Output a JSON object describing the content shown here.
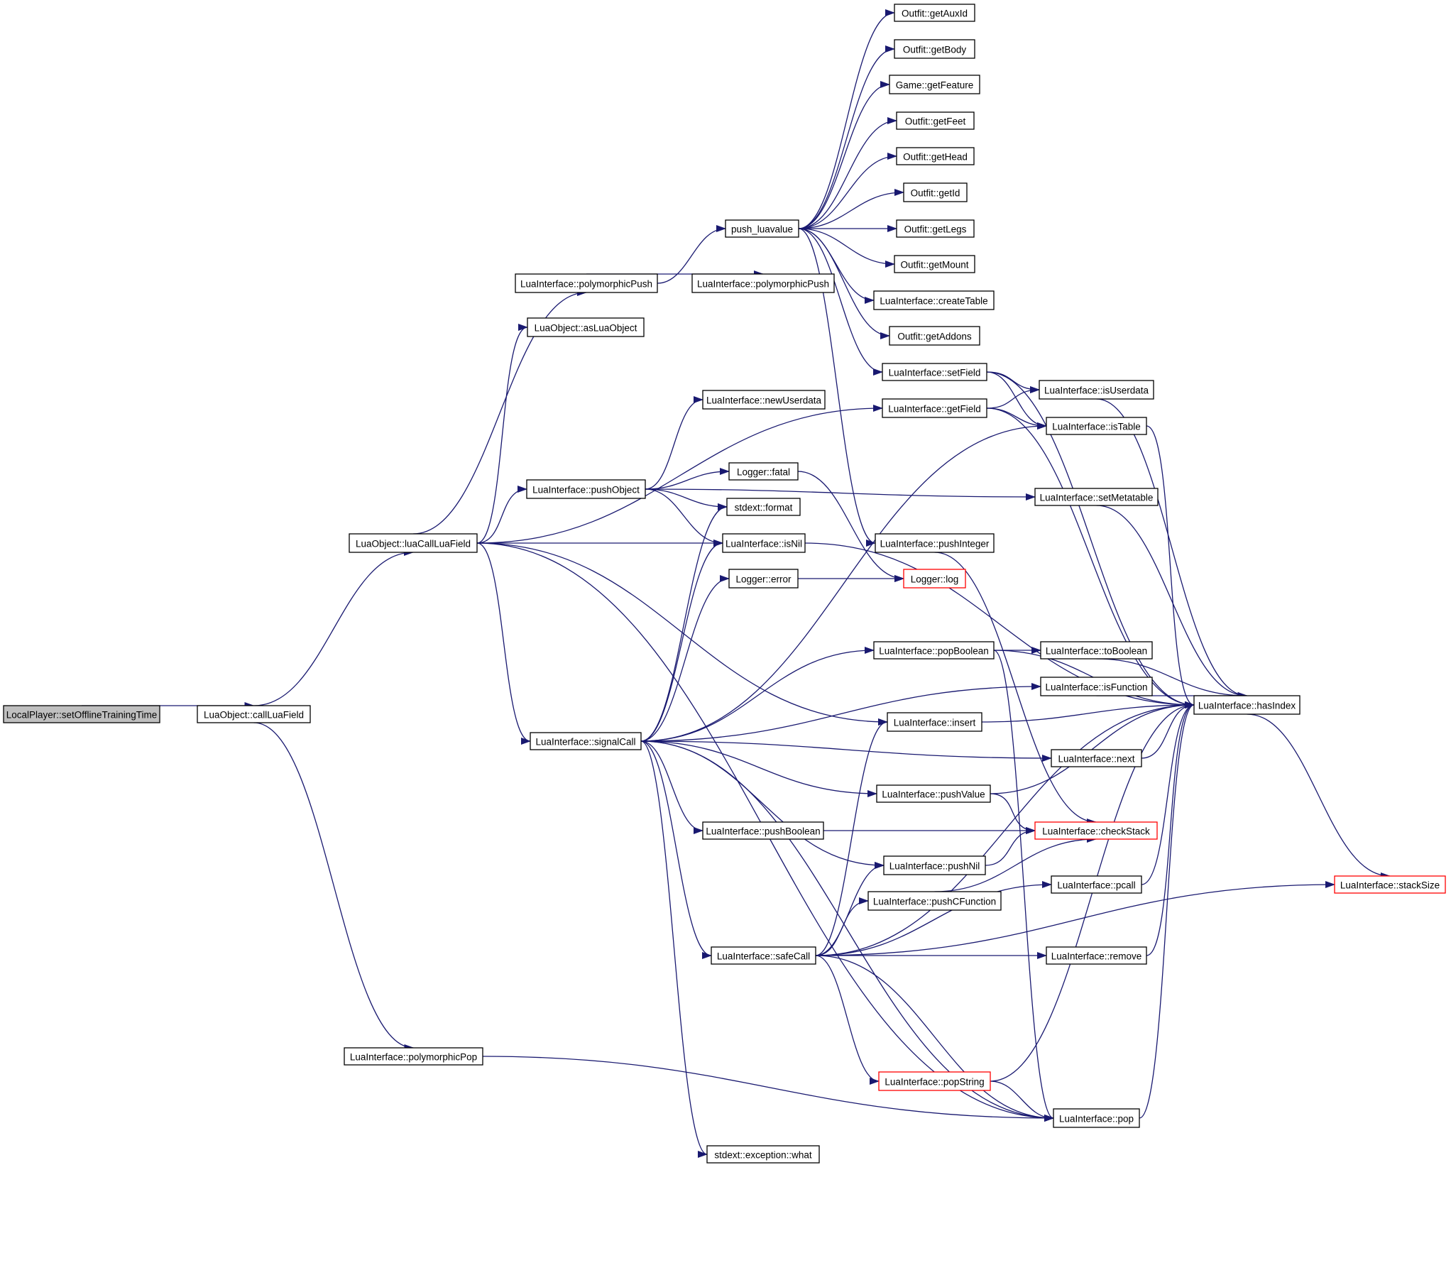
{
  "colors": {
    "edge": "#191970",
    "node_border": "#000000",
    "node_fill": "#ffffff",
    "root_fill": "#bfbfbf",
    "truncated_border": "#ff0000"
  },
  "nodes": [
    {
      "id": "root",
      "label": "LocalPlayer::setOfflineTrainingTime",
      "kind": "root"
    },
    {
      "id": "callLuaField",
      "label": "LuaObject::callLuaField",
      "kind": "normal"
    },
    {
      "id": "luaCallLuaField",
      "label": "LuaObject::luaCallLuaField",
      "kind": "normal"
    },
    {
      "id": "polymorphicPop",
      "label": "LuaInterface::polymorphicPop",
      "kind": "normal"
    },
    {
      "id": "polymorphicPush1",
      "label": "LuaInterface::polymorphicPush",
      "kind": "normal"
    },
    {
      "id": "asLuaObject",
      "label": "LuaObject::asLuaObject",
      "kind": "normal"
    },
    {
      "id": "pushObject",
      "label": "LuaInterface::pushObject",
      "kind": "normal"
    },
    {
      "id": "signalCall",
      "label": "LuaInterface::signalCall",
      "kind": "normal"
    },
    {
      "id": "push_luavalue",
      "label": "push_luavalue",
      "kind": "normal"
    },
    {
      "id": "polymorphicPush2",
      "label": "LuaInterface::polymorphicPush",
      "kind": "normal"
    },
    {
      "id": "newUserdata",
      "label": "LuaInterface::newUserdata",
      "kind": "normal"
    },
    {
      "id": "fatal",
      "label": "Logger::fatal",
      "kind": "normal"
    },
    {
      "id": "format",
      "label": "stdext::format",
      "kind": "normal"
    },
    {
      "id": "isNil",
      "label": "LuaInterface::isNil",
      "kind": "normal"
    },
    {
      "id": "error",
      "label": "Logger::error",
      "kind": "normal"
    },
    {
      "id": "pushBoolean",
      "label": "LuaInterface::pushBoolean",
      "kind": "normal"
    },
    {
      "id": "safeCall",
      "label": "LuaInterface::safeCall",
      "kind": "normal"
    },
    {
      "id": "what",
      "label": "stdext::exception::what",
      "kind": "normal"
    },
    {
      "id": "getAuxId",
      "label": "Outfit::getAuxId",
      "kind": "normal"
    },
    {
      "id": "getBody",
      "label": "Outfit::getBody",
      "kind": "normal"
    },
    {
      "id": "getFeature",
      "label": "Game::getFeature",
      "kind": "normal"
    },
    {
      "id": "getFeet",
      "label": "Outfit::getFeet",
      "kind": "normal"
    },
    {
      "id": "getHead",
      "label": "Outfit::getHead",
      "kind": "normal"
    },
    {
      "id": "getId",
      "label": "Outfit::getId",
      "kind": "normal"
    },
    {
      "id": "getLegs",
      "label": "Outfit::getLegs",
      "kind": "normal"
    },
    {
      "id": "getMount",
      "label": "Outfit::getMount",
      "kind": "normal"
    },
    {
      "id": "createTable",
      "label": "LuaInterface::createTable",
      "kind": "normal"
    },
    {
      "id": "getAddons",
      "label": "Outfit::getAddons",
      "kind": "normal"
    },
    {
      "id": "setField",
      "label": "LuaInterface::setField",
      "kind": "normal"
    },
    {
      "id": "getField",
      "label": "LuaInterface::getField",
      "kind": "normal"
    },
    {
      "id": "pushInteger",
      "label": "LuaInterface::pushInteger",
      "kind": "normal"
    },
    {
      "id": "log",
      "label": "Logger::log",
      "kind": "truncated"
    },
    {
      "id": "popBoolean",
      "label": "LuaInterface::popBoolean",
      "kind": "normal"
    },
    {
      "id": "insert",
      "label": "LuaInterface::insert",
      "kind": "normal"
    },
    {
      "id": "pushValue",
      "label": "LuaInterface::pushValue",
      "kind": "normal"
    },
    {
      "id": "pushNil",
      "label": "LuaInterface::pushNil",
      "kind": "normal"
    },
    {
      "id": "pushCFunction",
      "label": "LuaInterface::pushCFunction",
      "kind": "normal"
    },
    {
      "id": "popString",
      "label": "LuaInterface::popString",
      "kind": "truncated"
    },
    {
      "id": "isUserdata",
      "label": "LuaInterface::isUserdata",
      "kind": "normal"
    },
    {
      "id": "isTable",
      "label": "LuaInterface::isTable",
      "kind": "normal"
    },
    {
      "id": "setMetatable",
      "label": "LuaInterface::setMetatable",
      "kind": "normal"
    },
    {
      "id": "toBoolean",
      "label": "LuaInterface::toBoolean",
      "kind": "normal"
    },
    {
      "id": "isFunction",
      "label": "LuaInterface::isFunction",
      "kind": "normal"
    },
    {
      "id": "next",
      "label": "LuaInterface::next",
      "kind": "normal"
    },
    {
      "id": "checkStack",
      "label": "LuaInterface::checkStack",
      "kind": "truncated"
    },
    {
      "id": "pcall",
      "label": "LuaInterface::pcall",
      "kind": "normal"
    },
    {
      "id": "remove",
      "label": "LuaInterface::remove",
      "kind": "normal"
    },
    {
      "id": "pop",
      "label": "LuaInterface::pop",
      "kind": "normal"
    },
    {
      "id": "hasIndex",
      "label": "LuaInterface::hasIndex",
      "kind": "normal"
    },
    {
      "id": "stackSize",
      "label": "LuaInterface::stackSize",
      "kind": "truncated"
    }
  ],
  "edges": [
    [
      "root",
      "callLuaField"
    ],
    [
      "callLuaField",
      "luaCallLuaField"
    ],
    [
      "callLuaField",
      "polymorphicPop"
    ],
    [
      "luaCallLuaField",
      "polymorphicPush1"
    ],
    [
      "luaCallLuaField",
      "asLuaObject"
    ],
    [
      "luaCallLuaField",
      "getField"
    ],
    [
      "luaCallLuaField",
      "pushObject"
    ],
    [
      "luaCallLuaField",
      "isNil"
    ],
    [
      "luaCallLuaField",
      "insert"
    ],
    [
      "luaCallLuaField",
      "signalCall"
    ],
    [
      "luaCallLuaField",
      "pop"
    ],
    [
      "polymorphicPop",
      "pop"
    ],
    [
      "polymorphicPush1",
      "push_luavalue"
    ],
    [
      "polymorphicPush1",
      "polymorphicPush2"
    ],
    [
      "push_luavalue",
      "getAuxId"
    ],
    [
      "push_luavalue",
      "getBody"
    ],
    [
      "push_luavalue",
      "getFeature"
    ],
    [
      "push_luavalue",
      "getFeet"
    ],
    [
      "push_luavalue",
      "getHead"
    ],
    [
      "push_luavalue",
      "getId"
    ],
    [
      "push_luavalue",
      "getLegs"
    ],
    [
      "push_luavalue",
      "getMount"
    ],
    [
      "push_luavalue",
      "createTable"
    ],
    [
      "push_luavalue",
      "getAddons"
    ],
    [
      "push_luavalue",
      "setField"
    ],
    [
      "push_luavalue",
      "pushInteger"
    ],
    [
      "pushObject",
      "newUserdata"
    ],
    [
      "pushObject",
      "fatal"
    ],
    [
      "pushObject",
      "format"
    ],
    [
      "pushObject",
      "isNil"
    ],
    [
      "pushObject",
      "setMetatable"
    ],
    [
      "signalCall",
      "format"
    ],
    [
      "signalCall",
      "isNil"
    ],
    [
      "signalCall",
      "error"
    ],
    [
      "signalCall",
      "isTable"
    ],
    [
      "signalCall",
      "popBoolean"
    ],
    [
      "signalCall",
      "isFunction"
    ],
    [
      "signalCall",
      "next"
    ],
    [
      "signalCall",
      "pushValue"
    ],
    [
      "signalCall",
      "pushBoolean"
    ],
    [
      "signalCall",
      "pushNil"
    ],
    [
      "signalCall",
      "safeCall"
    ],
    [
      "signalCall",
      "pop"
    ],
    [
      "signalCall",
      "what"
    ],
    [
      "fatal",
      "log"
    ],
    [
      "error",
      "log"
    ],
    [
      "isNil",
      "hasIndex"
    ],
    [
      "setField",
      "isUserdata"
    ],
    [
      "setField",
      "isTable"
    ],
    [
      "setField",
      "hasIndex"
    ],
    [
      "getField",
      "isUserdata"
    ],
    [
      "getField",
      "isTable"
    ],
    [
      "getField",
      "hasIndex"
    ],
    [
      "pushInteger",
      "checkStack"
    ],
    [
      "popBoolean",
      "toBoolean"
    ],
    [
      "popBoolean",
      "hasIndex"
    ],
    [
      "popBoolean",
      "pop"
    ],
    [
      "insert",
      "hasIndex"
    ],
    [
      "pushValue",
      "hasIndex"
    ],
    [
      "pushValue",
      "checkStack"
    ],
    [
      "pushBoolean",
      "checkStack"
    ],
    [
      "pushNil",
      "checkStack"
    ],
    [
      "pushCFunction",
      "checkStack"
    ],
    [
      "safeCall",
      "insert"
    ],
    [
      "safeCall",
      "pushNil"
    ],
    [
      "safeCall",
      "pushCFunction"
    ],
    [
      "safeCall",
      "pcall"
    ],
    [
      "safeCall",
      "remove"
    ],
    [
      "safeCall",
      "hasIndex"
    ],
    [
      "safeCall",
      "stackSize"
    ],
    [
      "safeCall",
      "popString"
    ],
    [
      "safeCall",
      "pop"
    ],
    [
      "popString",
      "pop"
    ],
    [
      "popString",
      "hasIndex"
    ],
    [
      "isUserdata",
      "hasIndex"
    ],
    [
      "isTable",
      "hasIndex"
    ],
    [
      "setMetatable",
      "hasIndex"
    ],
    [
      "toBoolean",
      "hasIndex"
    ],
    [
      "isFunction",
      "hasIndex"
    ],
    [
      "next",
      "hasIndex"
    ],
    [
      "pcall",
      "hasIndex"
    ],
    [
      "remove",
      "hasIndex"
    ],
    [
      "pop",
      "hasIndex"
    ],
    [
      "hasIndex",
      "stackSize"
    ]
  ]
}
